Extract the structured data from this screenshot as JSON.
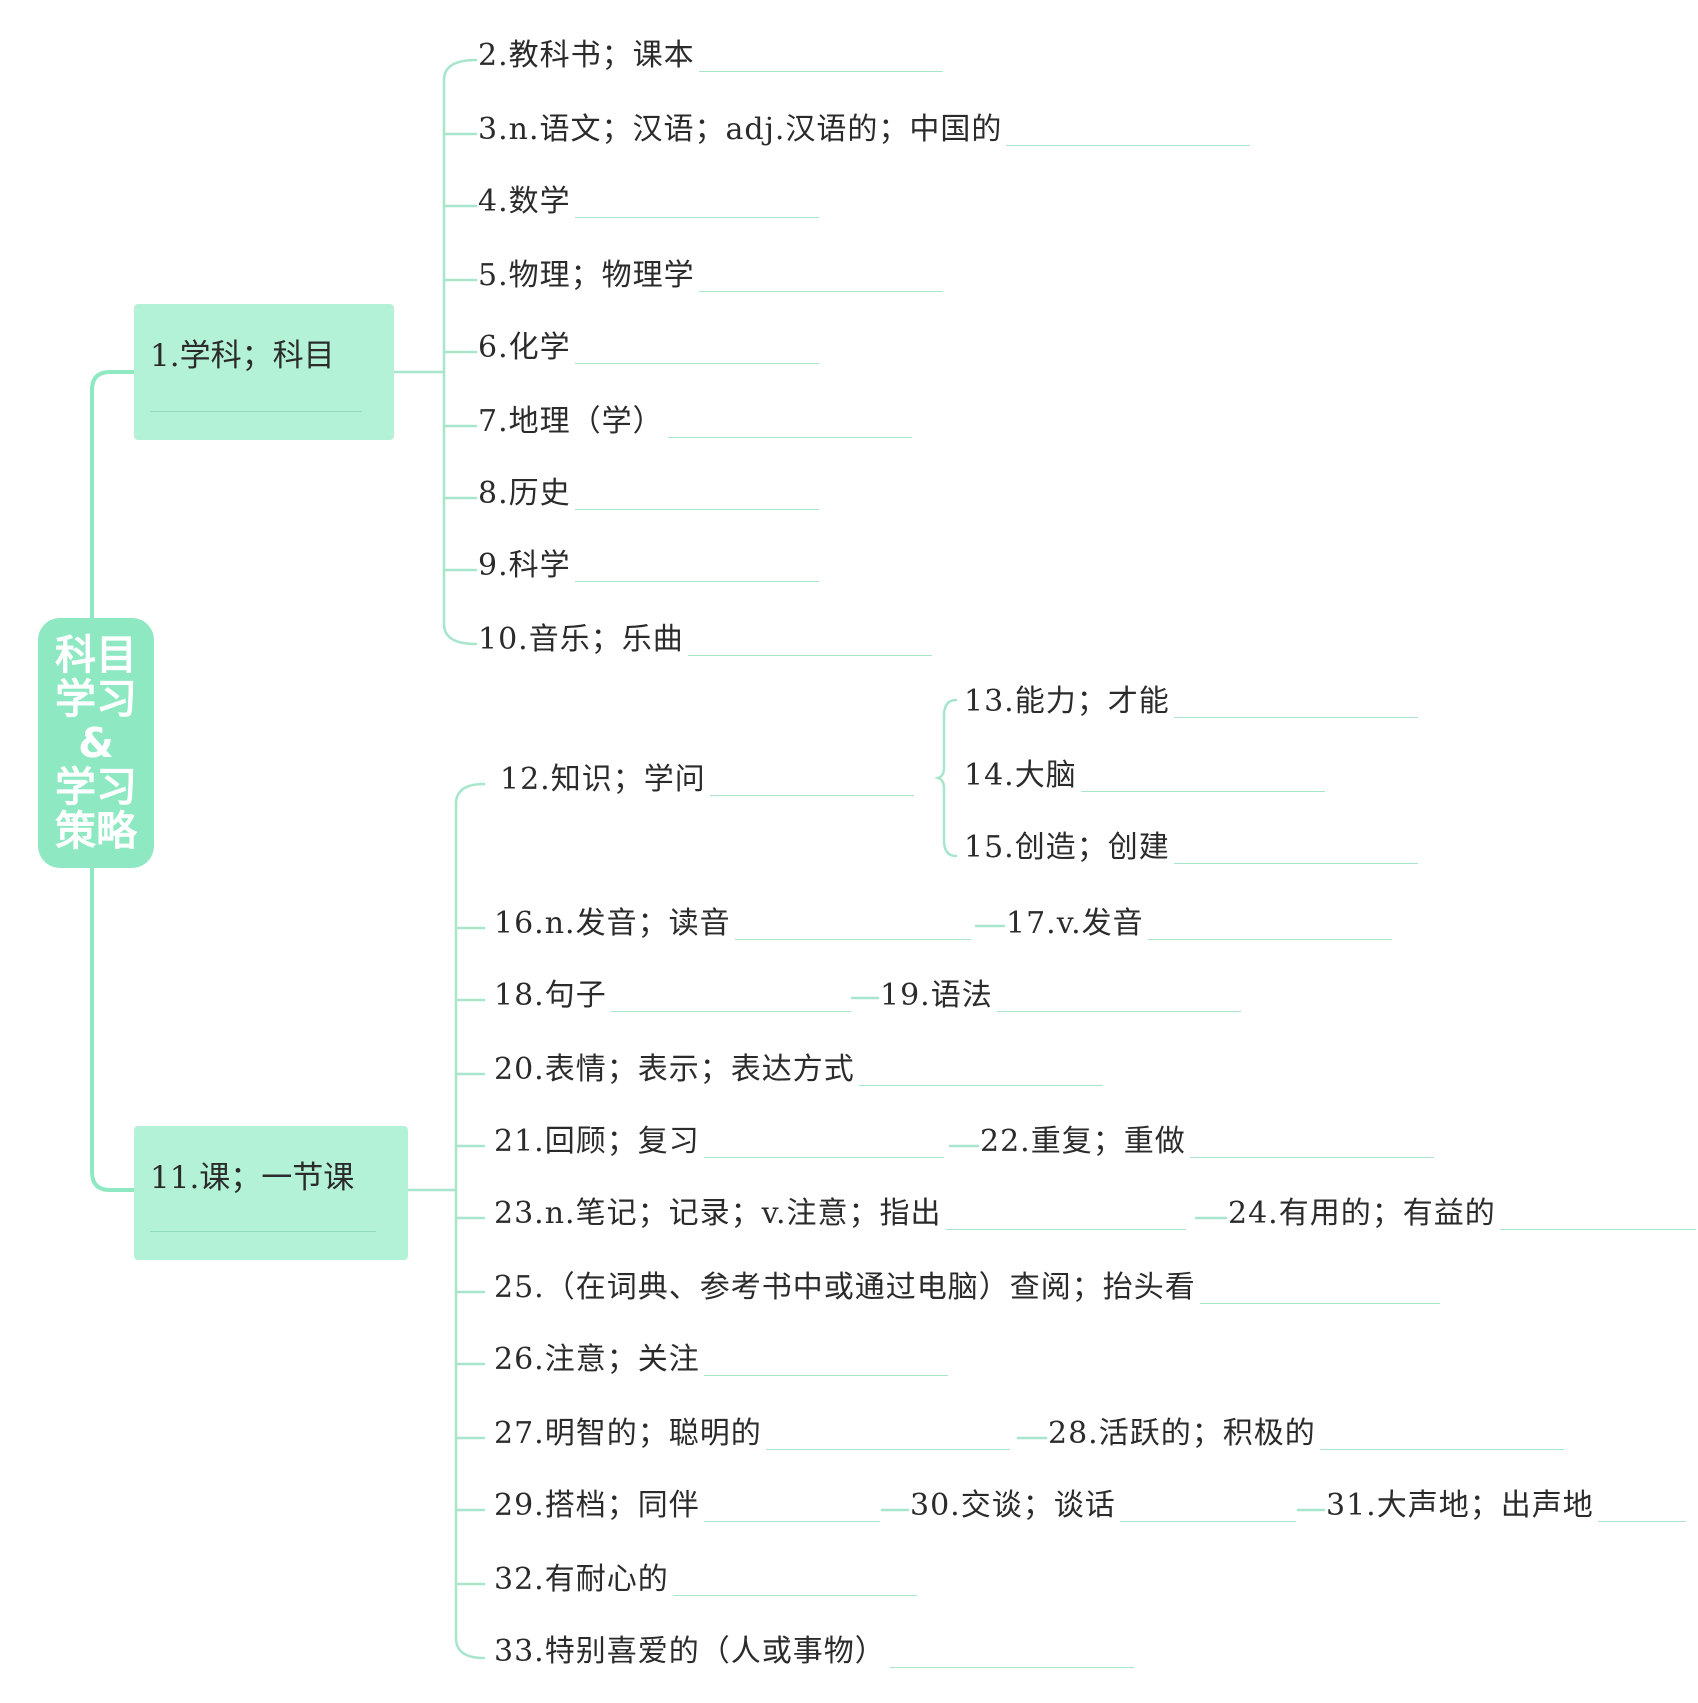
{
  "root": {
    "lines": [
      "科目",
      "学习",
      "&",
      "学习",
      "策略"
    ]
  },
  "branch_subjects": {
    "label": "1.学科；科目"
  },
  "branch_lessons": {
    "label": "11.课；一节课"
  },
  "items": {
    "i2": "2.教科书；课本",
    "i3": "3.n.语文；汉语；adj.汉语的；中国的",
    "i4": "4.数学",
    "i5": "5.物理；物理学",
    "i6": "6.化学",
    "i7": "7.地理（学）",
    "i8": "8.历史",
    "i9": "9.科学",
    "i10": "10.音乐；乐曲",
    "i12": "12.知识；学问",
    "i13": "13.能力；才能",
    "i14": "14.大脑",
    "i15": "15.创造；创建",
    "i16": "16.n.发音；读音",
    "i17": "17.v.发音",
    "i18": "18.句子",
    "i19": "19.语法",
    "i20": "20.表情；表示；表达方式",
    "i21": "21.回顾；复习",
    "i22": "22.重复；重做",
    "i23": "23.n.笔记；记录；v.注意；指出",
    "i24": "24.有用的；有益的",
    "i25": "25.（在词典、参考书中或通过电脑）查阅；抬头看",
    "i26": "26.注意；关注",
    "i27": "27.明智的；聪明的",
    "i28": "28.活跃的；积极的",
    "i29": "29.搭档；同伴",
    "i30": "30.交谈；谈话",
    "i31": "31.大声地；出声地",
    "i32": "32.有耐心的",
    "i33": "33.特别喜爱的（人或事物）"
  }
}
